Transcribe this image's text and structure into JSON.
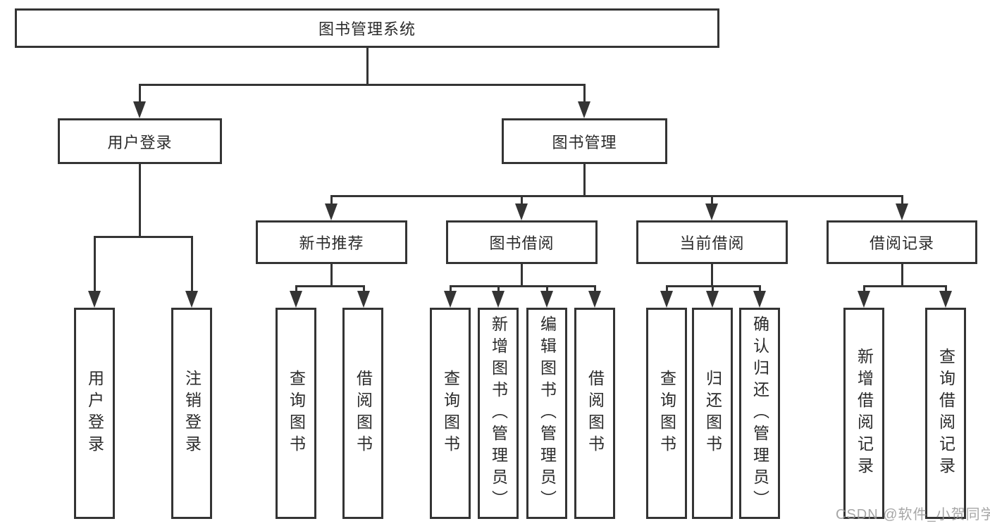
{
  "diagram": {
    "root": {
      "label": "图书管理系统"
    },
    "branches": [
      {
        "label": "用户登录",
        "children": [
          {
            "label": "用户登录"
          },
          {
            "label": "注销登录"
          }
        ]
      },
      {
        "label": "图书管理",
        "children": [
          {
            "label": "新书推荐",
            "children": [
              {
                "label": "查询图书"
              },
              {
                "label": "借阅图书"
              }
            ]
          },
          {
            "label": "图书借阅",
            "children": [
              {
                "label": "查询图书"
              },
              {
                "label": "新增图书（管理员）"
              },
              {
                "label": "编辑图书（管理员）"
              },
              {
                "label": "借阅图书"
              }
            ]
          },
          {
            "label": "当前借阅",
            "children": [
              {
                "label": "查询图书"
              },
              {
                "label": "归还图书"
              },
              {
                "label": "确认归还（管理员）"
              }
            ]
          },
          {
            "label": "借阅记录",
            "children": [
              {
                "label": "新增借阅记录"
              },
              {
                "label": "查询借阅记录"
              }
            ]
          }
        ]
      }
    ]
  },
  "watermark": {
    "text": "CSDN @软件_小贺同学"
  },
  "colors": {
    "line": "#343434",
    "text": "#2b2b2b",
    "background": "#ffffff",
    "watermark": "#969696"
  }
}
